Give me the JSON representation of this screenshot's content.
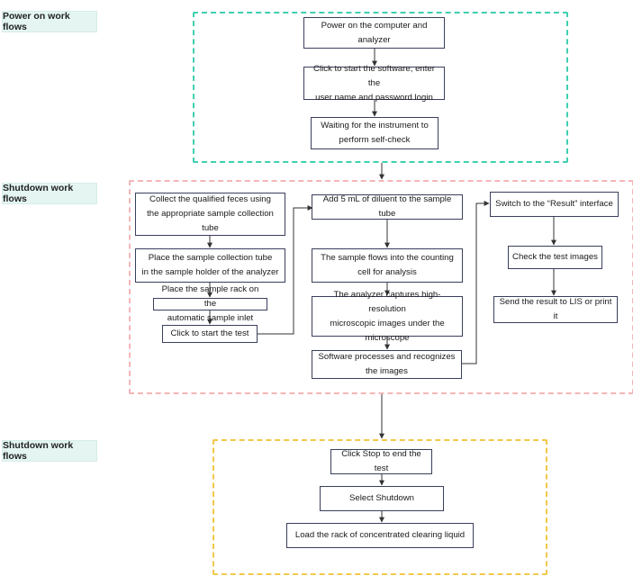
{
  "sections": {
    "power_on": "Power on work flows",
    "shutdown_1": "Shutdown work flows",
    "shutdown_2": "Shutdown work flows"
  },
  "power_on_steps": [
    "Power on the computer and analyzer",
    "Click to start the software, enter the\nuser name and password login",
    "Waiting for the instrument to\nperform self-check"
  ],
  "test_flow": {
    "column1": [
      "Collect the qualified feces using\nthe appropriate sample collection tube",
      "Place the sample collection tube\nin the sample holder of the analyzer",
      "Place the sample rack on the\nautomatic sample inlet",
      "Click to start the test"
    ],
    "column2": [
      "Add 5 mL of diluent to the sample tube",
      "The sample flows into the counting\ncell for analysis",
      "The analyzer captures high-resolution\nmicroscopic images under the microscope",
      "Software processes and recognizes\nthe images"
    ],
    "column3": [
      "Switch to the “Result” interface",
      "Check the test images",
      "Send the result to LIS or print it"
    ]
  },
  "shutdown_steps": [
    "Click Stop to end the test",
    "Select Shutdown",
    "Load the rack of concentrated clearing liquid"
  ],
  "colors": {
    "power_on_border": "#3fcfb1",
    "test_border": "#f3b6b8",
    "shutdown_border": "#f2c849",
    "label_bg": "#e4f5f2",
    "box_border": "#3a3f5c",
    "arrow": "#333333"
  }
}
